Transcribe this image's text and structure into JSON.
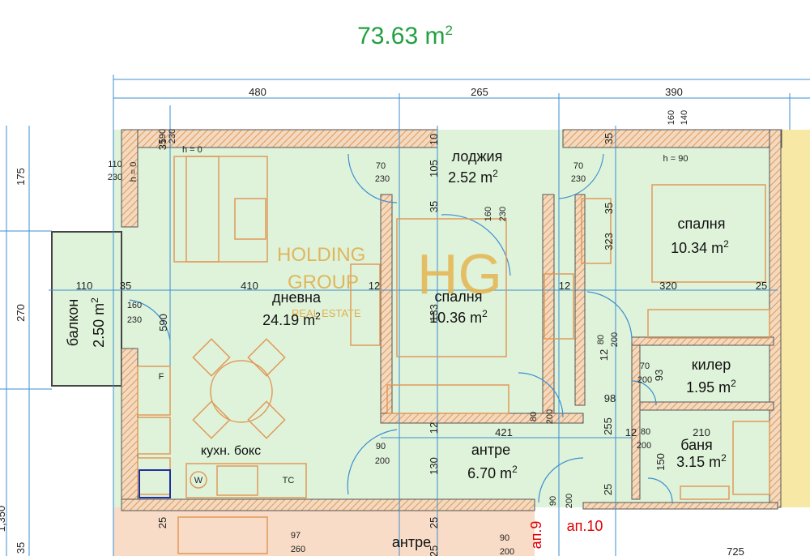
{
  "total_area": {
    "value": "73.63 m",
    "sup": "2",
    "color": "#22a040"
  },
  "colors": {
    "floor": "#dff3da",
    "wall": "#555555",
    "hatch": "#e09a5a",
    "dim": "#3a8fd0",
    "neighbor": "#f8dcc7",
    "yellow": "#f7e9a5"
  },
  "dims_top": [
    "480",
    "265",
    "390"
  ],
  "dims_left": [
    "175",
    "270",
    "1,350",
    "35"
  ],
  "dims_bottom": [
    "725"
  ],
  "rooms": {
    "loggia": {
      "name": "лоджия",
      "area": "2.52 m"
    },
    "living": {
      "name": "дневна",
      "area": "24.19 m"
    },
    "balcony": {
      "name": "балкон",
      "area": "2.50 m"
    },
    "bedroom1": {
      "name": "спалня",
      "area": "10.36 m"
    },
    "bedroom2": {
      "name": "спалня",
      "area": "10.34 m"
    },
    "closet": {
      "name": "килер",
      "area": "1.95 m"
    },
    "kitchen": {
      "name": "кухн. бокс"
    },
    "hall": {
      "name": "антре",
      "area": "6.70 m"
    },
    "bath": {
      "name": "баня",
      "area": "3.15 m"
    },
    "neighbor_hall": {
      "name": "антре"
    }
  },
  "sq": "2",
  "apartments": {
    "ap10": "ап.10",
    "ap9": "ап.9"
  },
  "inner_dims": {
    "d190": "190",
    "d230a": "230",
    "d35a": "35",
    "h0a": "h = 0",
    "h0b": "h = 0",
    "d110": "110",
    "d230b": "230",
    "d10": "10",
    "d105": "105",
    "d70a": "70",
    "d230c": "230",
    "d70b": "70",
    "d230d": "230",
    "d35b": "35",
    "d160a": "160",
    "d140": "140",
    "h90": "h = 90",
    "d35c": "35",
    "d160b": "160",
    "d230e": "230",
    "d35d": "35",
    "d323": "323",
    "d110b": "110",
    "d35e": "35",
    "d410": "410",
    "d12a": "12",
    "d12b": "12",
    "d320": "320",
    "d25a": "25",
    "d160c": "160",
    "d230f": "230",
    "d590": "590",
    "d133": "133",
    "d80a": "80",
    "d200a": "200",
    "d12c": "12",
    "d70c": "70",
    "d200b": "200",
    "d93": "93",
    "d98": "98",
    "d80b": "80",
    "d200c": "200",
    "d255": "255",
    "d12d": "12",
    "d80c": "80",
    "d200d": "200",
    "d210": "210",
    "d421": "421",
    "d12e": "12",
    "d90a": "90",
    "d200e": "200",
    "d130": "130",
    "d150": "150",
    "d90b": "90",
    "d200f": "200",
    "d25b": "25",
    "d25c": "25",
    "d25d": "25",
    "d97": "97",
    "d260": "260",
    "d90c": "90",
    "d200g": "200",
    "d25e": "25",
    "w": "W",
    "tc": "TC",
    "f": "F"
  },
  "watermark": {
    "line1": "HOLDING",
    "line2": "GROUP",
    "line3": "REAL ESTATE",
    "logo": "HG"
  }
}
